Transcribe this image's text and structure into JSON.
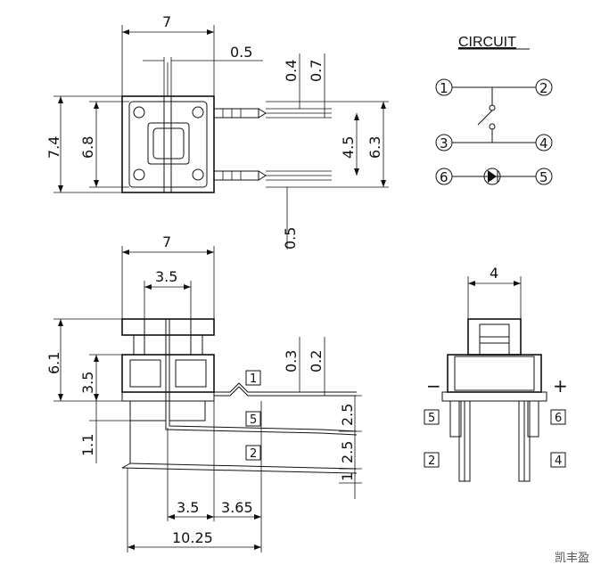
{
  "top_view": {
    "width": "7",
    "height_outer": "7.4",
    "height_inner": "6.8",
    "pin_gap": "0.5",
    "pin_width": "0.4",
    "pin_pitch_a": "0.7",
    "pin_span": "4.5",
    "lead_span": "6.3",
    "lead_width": "0.5"
  },
  "circuit": {
    "title": "CIRCUIT",
    "nodes": [
      "1",
      "2",
      "3",
      "4",
      "6",
      "5"
    ]
  },
  "front_view": {
    "width": "7",
    "actuator_width": "3.5",
    "height_total": "6.1",
    "height_body": "3.5",
    "standoff": "1.1",
    "lead_thk_a": "0.3",
    "lead_thk_b": "0.2",
    "lead_pitch_a": "2.5",
    "lead_pitch_b": "2.5",
    "lead_pitch_c": "1",
    "lead_offset": "3.5",
    "lead_offset_b": "3.65",
    "total_length": "10.25",
    "pin_labels": [
      "1",
      "5",
      "2"
    ]
  },
  "side_view": {
    "width": "4",
    "minus": "−",
    "plus": "+",
    "pin_labels": [
      "5",
      "6",
      "2",
      "4"
    ]
  },
  "watermark": "凯丰盈"
}
